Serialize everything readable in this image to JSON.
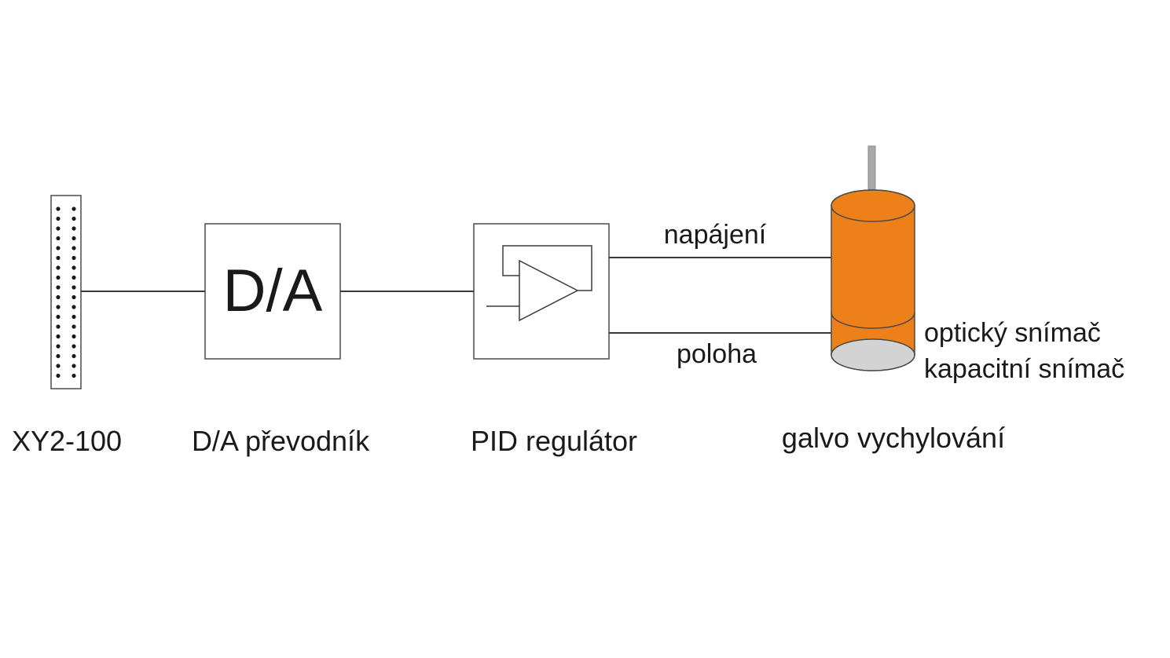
{
  "components": {
    "connector": {
      "caption": "XY2-100"
    },
    "converter": {
      "symbol": "D/A",
      "caption": "D/A převodník"
    },
    "pid": {
      "caption": "PID regulátor"
    },
    "galvo": {
      "caption": "galvo vychylování",
      "sensor_optical": "optický snímač",
      "sensor_capacitive": "kapacitní snímač"
    }
  },
  "signals": {
    "power": "napájení",
    "position": "poloha"
  },
  "colors": {
    "galvo_body": "#ee8019",
    "galvo_bottom": "#d3d3d3",
    "shaft": "#a8a8a8",
    "outline": "#4a4a4a"
  }
}
